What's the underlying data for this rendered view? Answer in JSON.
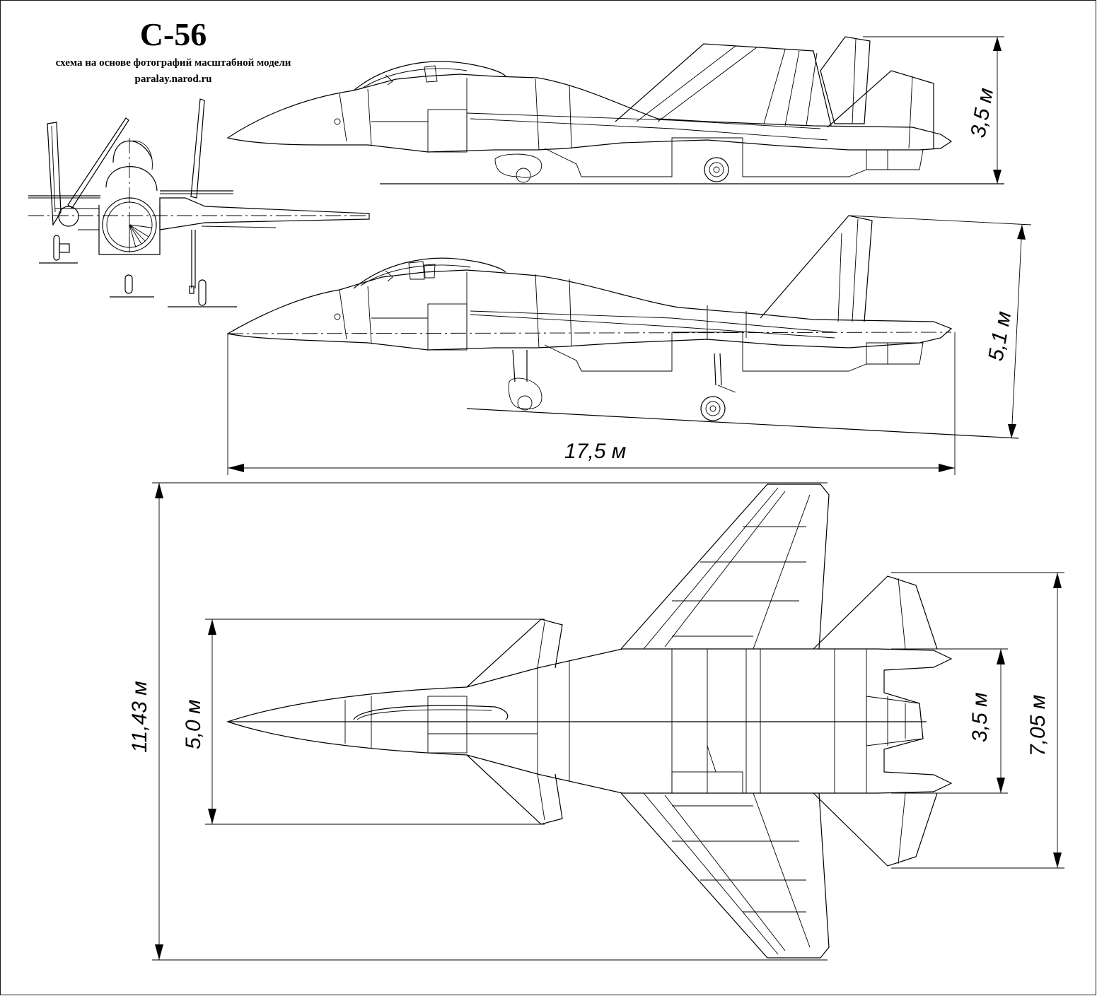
{
  "header": {
    "title": "С-56",
    "subtitle": "схема на основе фотографий масштабной модели",
    "url": "paralay.narod.ru"
  },
  "dimensions": {
    "side_height_folded": "3,5 м",
    "side_height": "5,1 м",
    "length": "17,5 м",
    "span": "11,43 м",
    "span_folded": "5,0 м",
    "stabilizer_span": "7,05 м",
    "tail_width": "3,5 м"
  }
}
